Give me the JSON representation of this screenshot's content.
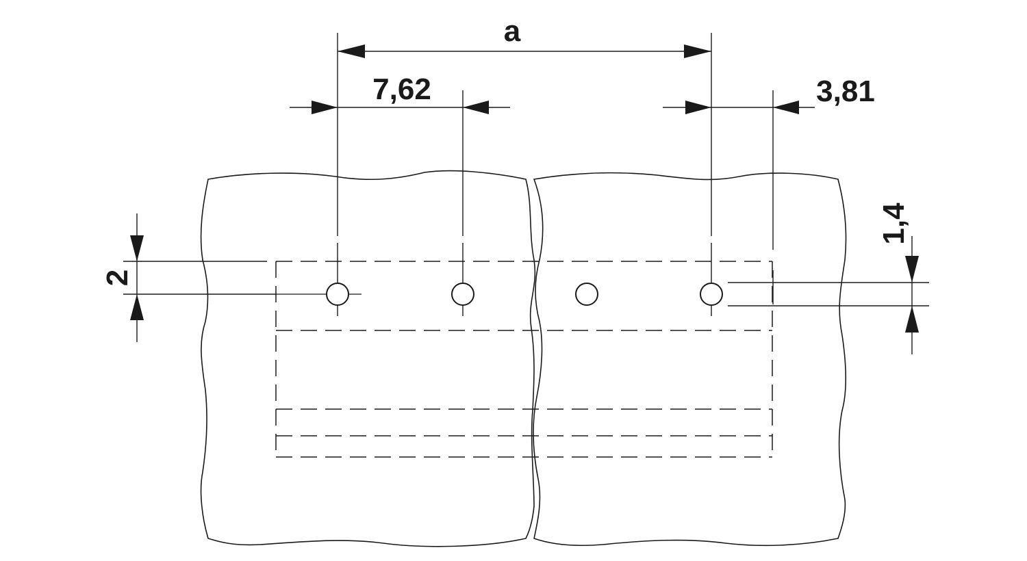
{
  "dimensions": {
    "a": "a",
    "pitch": "7,62",
    "edge": "3,81",
    "row_offset": "2",
    "hole_diameter": "1,4"
  }
}
